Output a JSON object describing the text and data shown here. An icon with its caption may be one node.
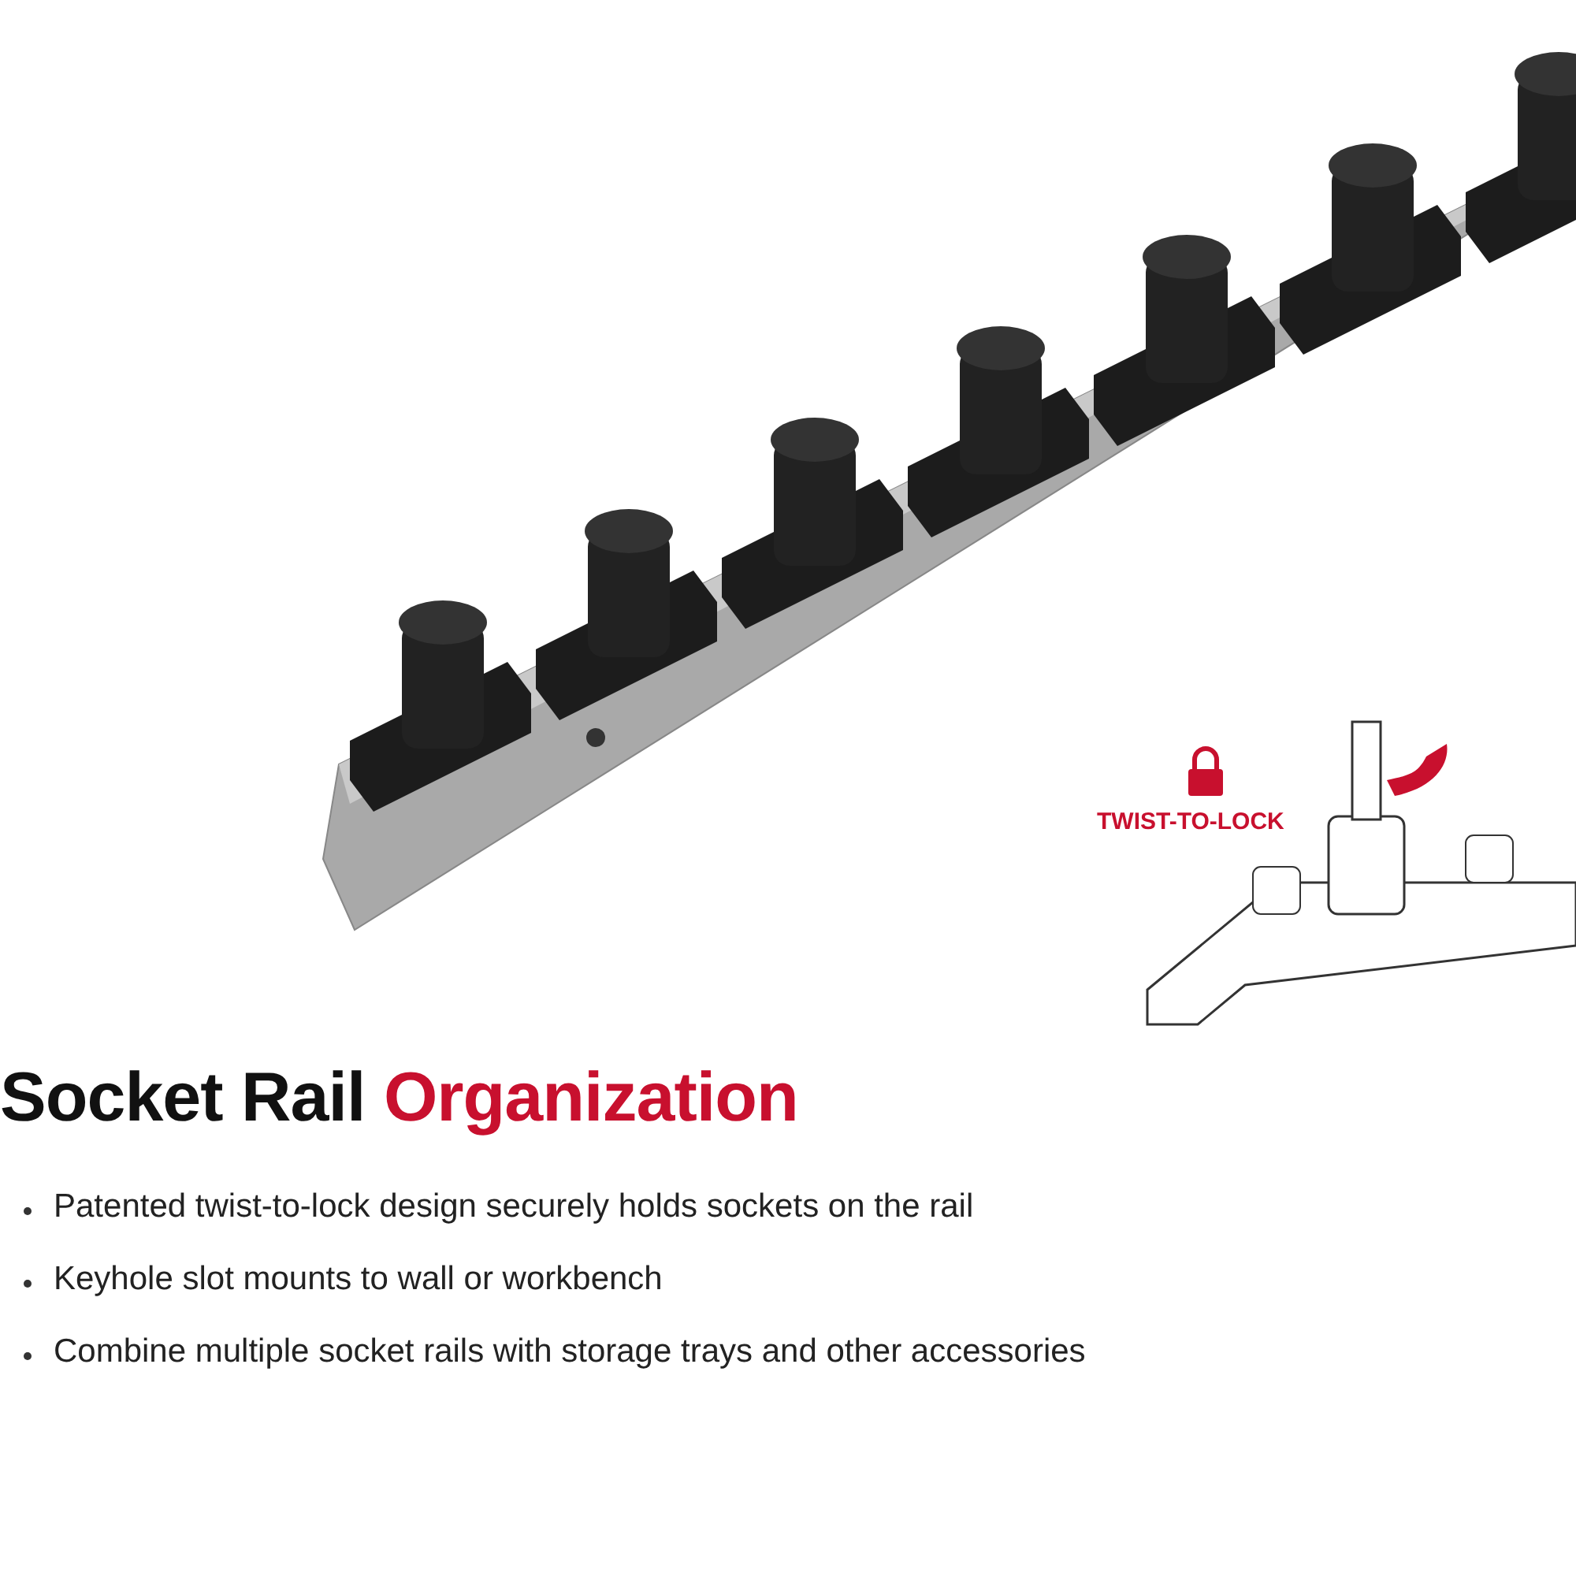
{
  "diagram": {
    "title": "Socket Rail Organization",
    "labels": [
      "TWIST-TO-LOCK",
      "Patented twist-to-lock design securely holds sockets on the rail",
      "Keyhole slot mounts to wall or workbench",
      "Combine multiple socket rails with storage trays and other accessories"
    ]
  }
}
